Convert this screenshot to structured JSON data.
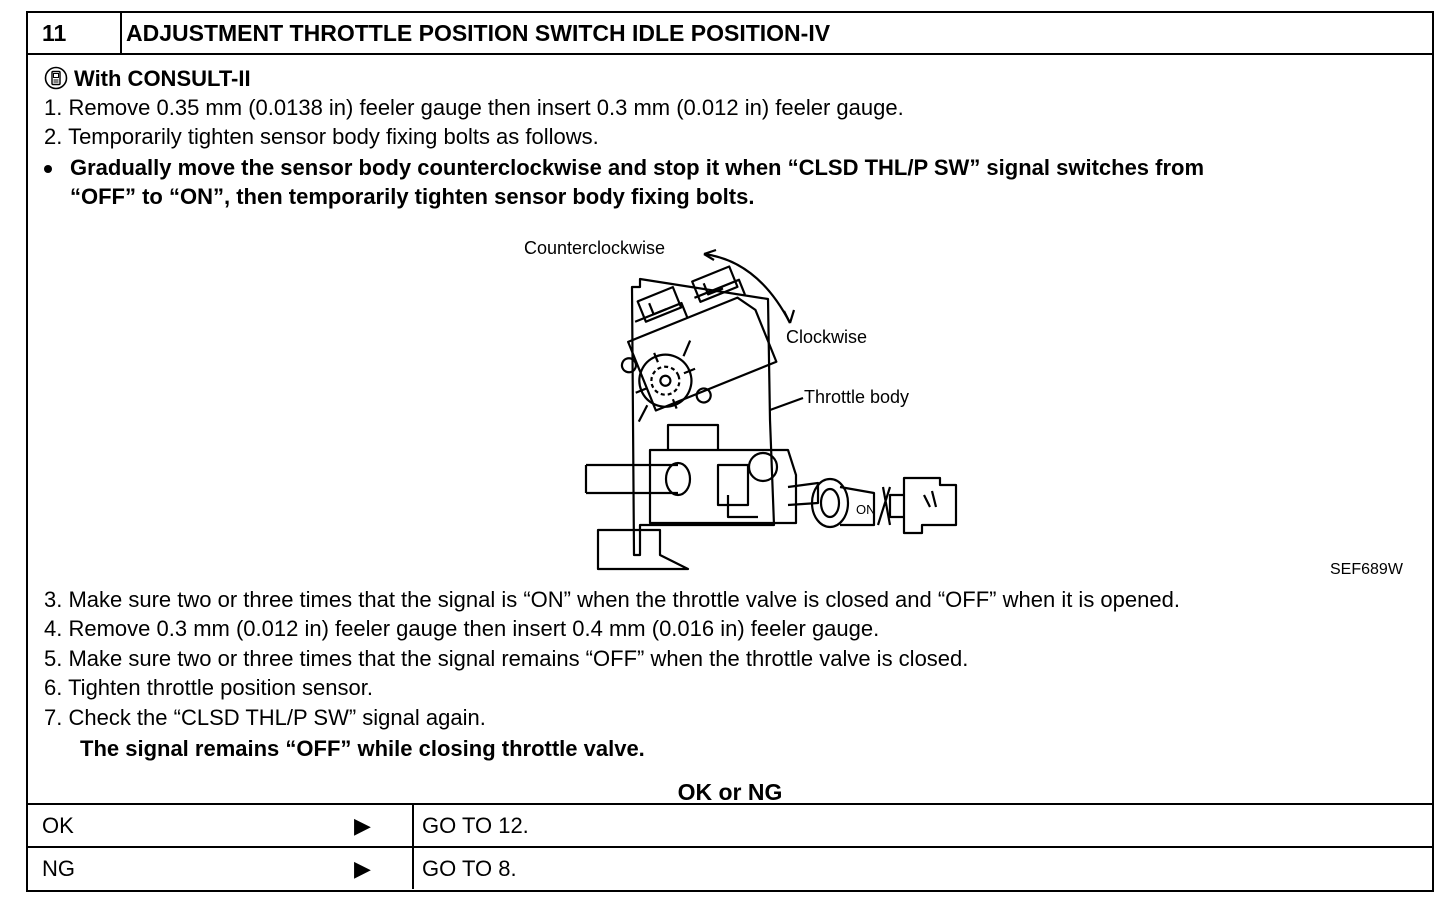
{
  "header": {
    "number": "11",
    "title": "ADJUSTMENT THROTTLE POSITION SWITCH IDLE POSITION-IV"
  },
  "consult": {
    "label": "With CONSULT-II",
    "icon": "consult-tool-icon"
  },
  "steps_top": [
    "1.  Remove 0.35 mm (0.0138 in) feeler gauge then insert 0.3 mm (0.012 in) feeler gauge.",
    "2.  Temporarily tighten sensor body fixing bolts as follows."
  ],
  "bullet": {
    "line1": "Gradually move the sensor body counterclockwise and stop it when “CLSD THL/P SW” signal switches from",
    "line2": "“OFF” to “ON”, then temporarily tighten sensor body fixing bolts."
  },
  "figure": {
    "label_ccw": "Counterclockwise",
    "label_cw": "Clockwise",
    "label_body": "Throttle body",
    "key_text": "ON",
    "code": "SEF689W"
  },
  "steps_bottom": [
    "3.  Make sure two or three times that the signal is “ON” when the throttle valve is closed and “OFF” when it is opened.",
    "4.  Remove 0.3 mm (0.012 in) feeler gauge then insert 0.4 mm (0.016 in) feeler gauge.",
    "5.  Make sure two or three times that the signal remains “OFF” when the throttle valve is closed.",
    "6.  Tighten throttle position sensor.",
    "7.  Check the “CLSD THL/P SW” signal again."
  ],
  "result_note": "The signal remains “OFF” while closing throttle valve.",
  "ok_or_ng": "OK or NG",
  "rows": [
    {
      "key": "OK",
      "arrow": "▶",
      "value": "GO TO 12."
    },
    {
      "key": "NG",
      "arrow": "▶",
      "value": "GO TO 8."
    }
  ]
}
